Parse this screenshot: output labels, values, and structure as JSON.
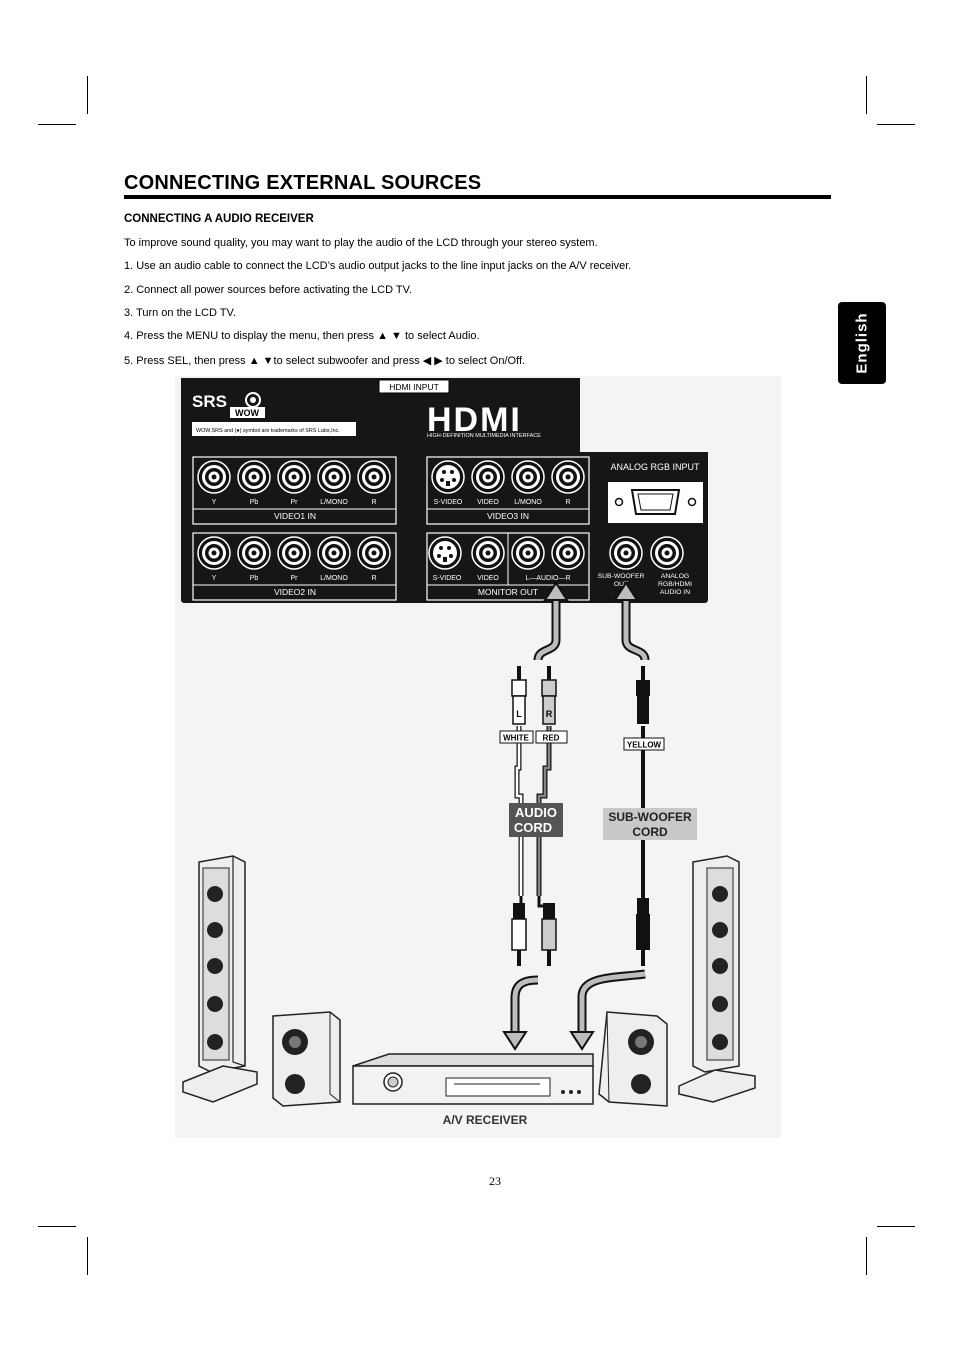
{
  "page": {
    "title": "CONNECTING EXTERNAL SOURCES",
    "subheading": "CONNECTING A AUDIO RECEIVER",
    "lines": [
      "To improve sound quality, you may want to play the audio of the LCD through your stereo system.",
      "1. Use an audio cable to connect the LCD’s audio output jacks to the line input jacks on the A/V receiver.",
      "2. Connect all power sources before activating the LCD TV.",
      "3. Turn on the LCD TV.",
      "4. Press the MENU to display the menu, then press ▲ ▼ to select Audio.",
      "5. Press SEL, then press ▲ ▼to select subwoofer and press ◀ ▶ to select On/Off."
    ],
    "side_tab": "English",
    "page_number": "23"
  },
  "figure": {
    "hdmi_input": "HDMI INPUT",
    "srs_logo": "SRS",
    "srs_wow": "WOW",
    "srs_note": "WOW,SRS and (●) symbol are trademarks of SRS Labs,Inc.",
    "hdmi_logo": "HDMI",
    "hdmi_sub": "HIGH-DEFINITION MULTIMEDIA INTERFACE",
    "analog_rgb_input": "ANALOG RGB INPUT",
    "video1_in": "VIDEO1 IN",
    "video2_in": "VIDEO2 IN",
    "video3_in": "VIDEO3 IN",
    "monitor_out": "MONITOR OUT",
    "component_labels": [
      "Y",
      "Pb",
      "Pr",
      "L/MONO",
      "R"
    ],
    "video3_labels": [
      "S-VIDEO",
      "VIDEO",
      "L/MONO",
      "R"
    ],
    "monitor_labels": [
      "S-VIDEO",
      "VIDEO",
      "L—AUDIO—R"
    ],
    "subwoofer_out": [
      "SUB-WOOFER",
      "OUT"
    ],
    "analog_audio_in": [
      "ANALOG",
      "RGB/HDMI",
      "AUDIO IN"
    ],
    "plug_l": "L",
    "plug_r": "R",
    "tag_white": "WHITE",
    "tag_red": "RED",
    "tag_yellow": "YELLOW",
    "audio_cord": [
      "AUDIO",
      "CORD"
    ],
    "subwoofer_cord": [
      "SUB-WOOFER",
      "CORD"
    ],
    "av_receiver": "A/V RECEIVER"
  }
}
